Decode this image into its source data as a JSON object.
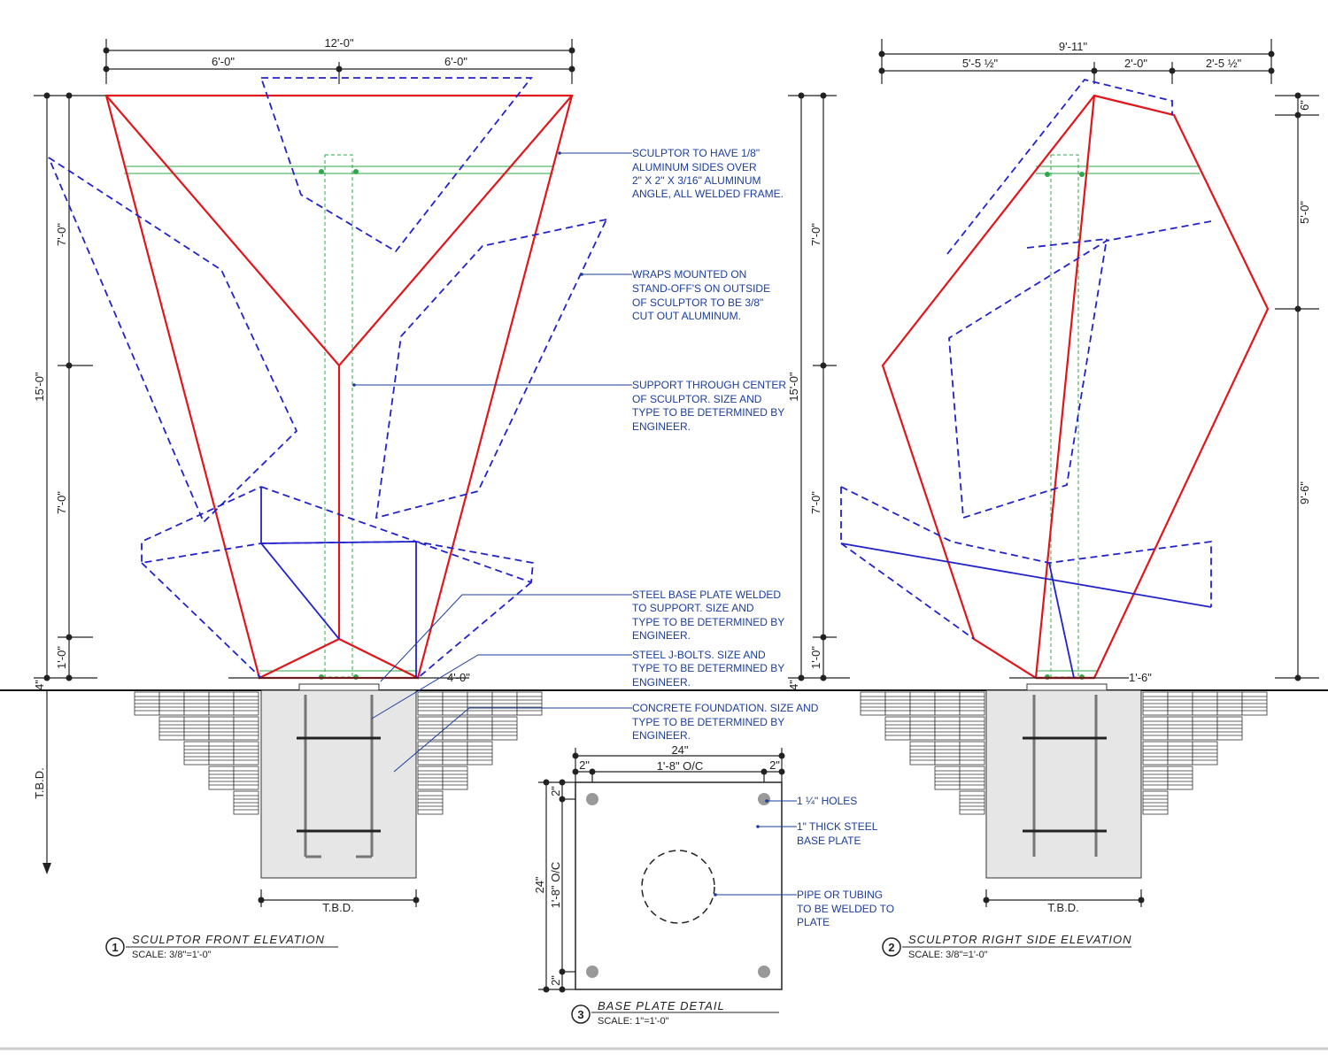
{
  "front": {
    "dim_total": "12'-0\"",
    "dim_left": "6'-0\"",
    "dim_right": "6'-0\"",
    "dim_height": "15'-0\"",
    "dim_upper": "7'-0\"",
    "dim_lower": "7'-0\"",
    "dim_base": "1'-0\"",
    "dim_plinth": "4\"",
    "dim_footing": "4'-0\"",
    "depth": "T.B.D.",
    "width": "T.B.D.",
    "number": "1",
    "title": "SCULPTOR FRONT ELEVATION",
    "scale": "SCALE: 3/8\"=1'-0\""
  },
  "side": {
    "dim_total": "9'-11\"",
    "dim_a": "5'-5 ½\"",
    "dim_b": "2'-0\"",
    "dim_c": "2'-5 ½\"",
    "dim_height": "15'-0\"",
    "dim_upper": "7'-0\"",
    "dim_lower": "7'-0\"",
    "dim_base": "1'-0\"",
    "dim_plinth": "4\"",
    "dim_r1": "6\"",
    "dim_r2": "5'-0\"",
    "dim_r3": "9'-6\"",
    "dim_footing": "1'-6\"",
    "width": "T.B.D.",
    "number": "2",
    "title": "SCULPTOR RIGHT SIDE ELEVATION",
    "scale": "SCALE: 3/8\"=1'-0\""
  },
  "plate": {
    "dim_total_w": "24\"",
    "dim_oc_w": "1'-8\" O/C",
    "dim_edge": "2\"",
    "dim_total_h": "24\"",
    "dim_oc_h": "1'-8\" O/C",
    "number": "3",
    "title": "BASE PLATE DETAIL",
    "scale": "SCALE: 1\"=1'-0\""
  },
  "notes": {
    "n1": [
      "SCULPTOR TO HAVE 1/8\"",
      "ALUMINUM SIDES OVER",
      "2\" X 2\" X 3/16\" ALUMINUM",
      "ANGLE, ALL WELDED FRAME."
    ],
    "n2": [
      "WRAPS MOUNTED ON",
      "STAND-OFF'S ON OUTSIDE",
      "OF SCULPTOR TO BE 3/8\"",
      "CUT OUT ALUMINUM."
    ],
    "n3": [
      "SUPPORT THROUGH CENTER",
      "OF SCULPTOR.  SIZE AND",
      "TYPE TO BE DETERMINED BY",
      "ENGINEER."
    ],
    "n4": [
      "STEEL BASE PLATE WELDED",
      "TO SUPPORT.  SIZE AND",
      "TYPE TO BE DETERMINED BY",
      "ENGINEER."
    ],
    "n5": [
      "STEEL J-BOLTS.  SIZE AND",
      "TYPE TO BE DETERMINED BY",
      "ENGINEER."
    ],
    "n6": [
      "CONCRETE FOUNDATION.  SIZE AND",
      "TYPE TO BE DETERMINED BY",
      "ENGINEER."
    ],
    "p1": [
      "1 ¼\" HOLES"
    ],
    "p2": [
      "1\" THICK STEEL",
      "BASE PLATE"
    ],
    "p3": [
      "PIPE OR TUBING",
      "TO BE WELDED TO",
      "PLATE"
    ]
  },
  "colors": {
    "frame": "#e0161b",
    "wrap": "#2222cc",
    "support": "#2da84a",
    "note": "#1a3d9e",
    "concrete": "#e6e6e6"
  }
}
